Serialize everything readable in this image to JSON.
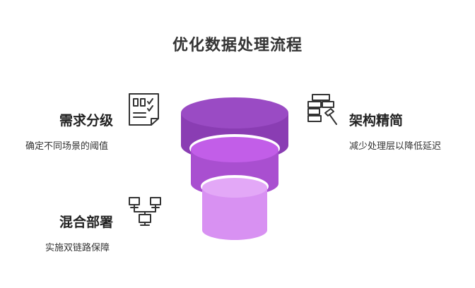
{
  "title": "优化数据处理流程",
  "steps": [
    {
      "heading": "需求分级",
      "description": "确定不同场景的阈值",
      "icon": "checklist-icon"
    },
    {
      "heading": "架构精简",
      "description": "减少处理层以降低延迟",
      "icon": "blocks-hammer-icon"
    },
    {
      "heading": "混合部署",
      "description": "实施双链路保障",
      "icon": "network-computers-icon"
    }
  ],
  "colors": {
    "layer_top": "#9a4bc4",
    "layer_top_side": "#8a3db3",
    "layer_mid": "#c25ee8",
    "layer_mid_side": "#a94fd0",
    "layer_bottom": "#e3a8f7",
    "layer_bottom_side": "#d891f2",
    "icon_stroke": "#333333"
  }
}
